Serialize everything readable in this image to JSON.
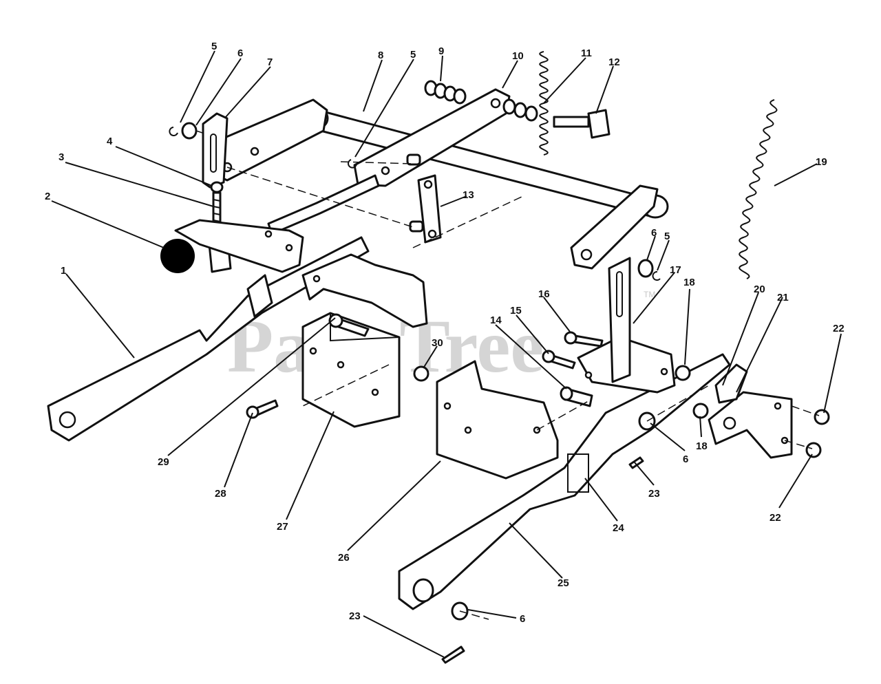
{
  "watermark": {
    "text": "PartsTree",
    "tm": "TM"
  },
  "callouts": [
    "1",
    "2",
    "3",
    "4",
    "5",
    "6",
    "7",
    "8",
    "5",
    "9",
    "10",
    "11",
    "12",
    "13",
    "19",
    "6",
    "5",
    "17",
    "18",
    "16",
    "15",
    "14",
    "20",
    "21",
    "22",
    "30",
    "29",
    "28",
    "27",
    "26",
    "6",
    "18",
    "23",
    "24",
    "22",
    "25",
    "23",
    "6"
  ]
}
